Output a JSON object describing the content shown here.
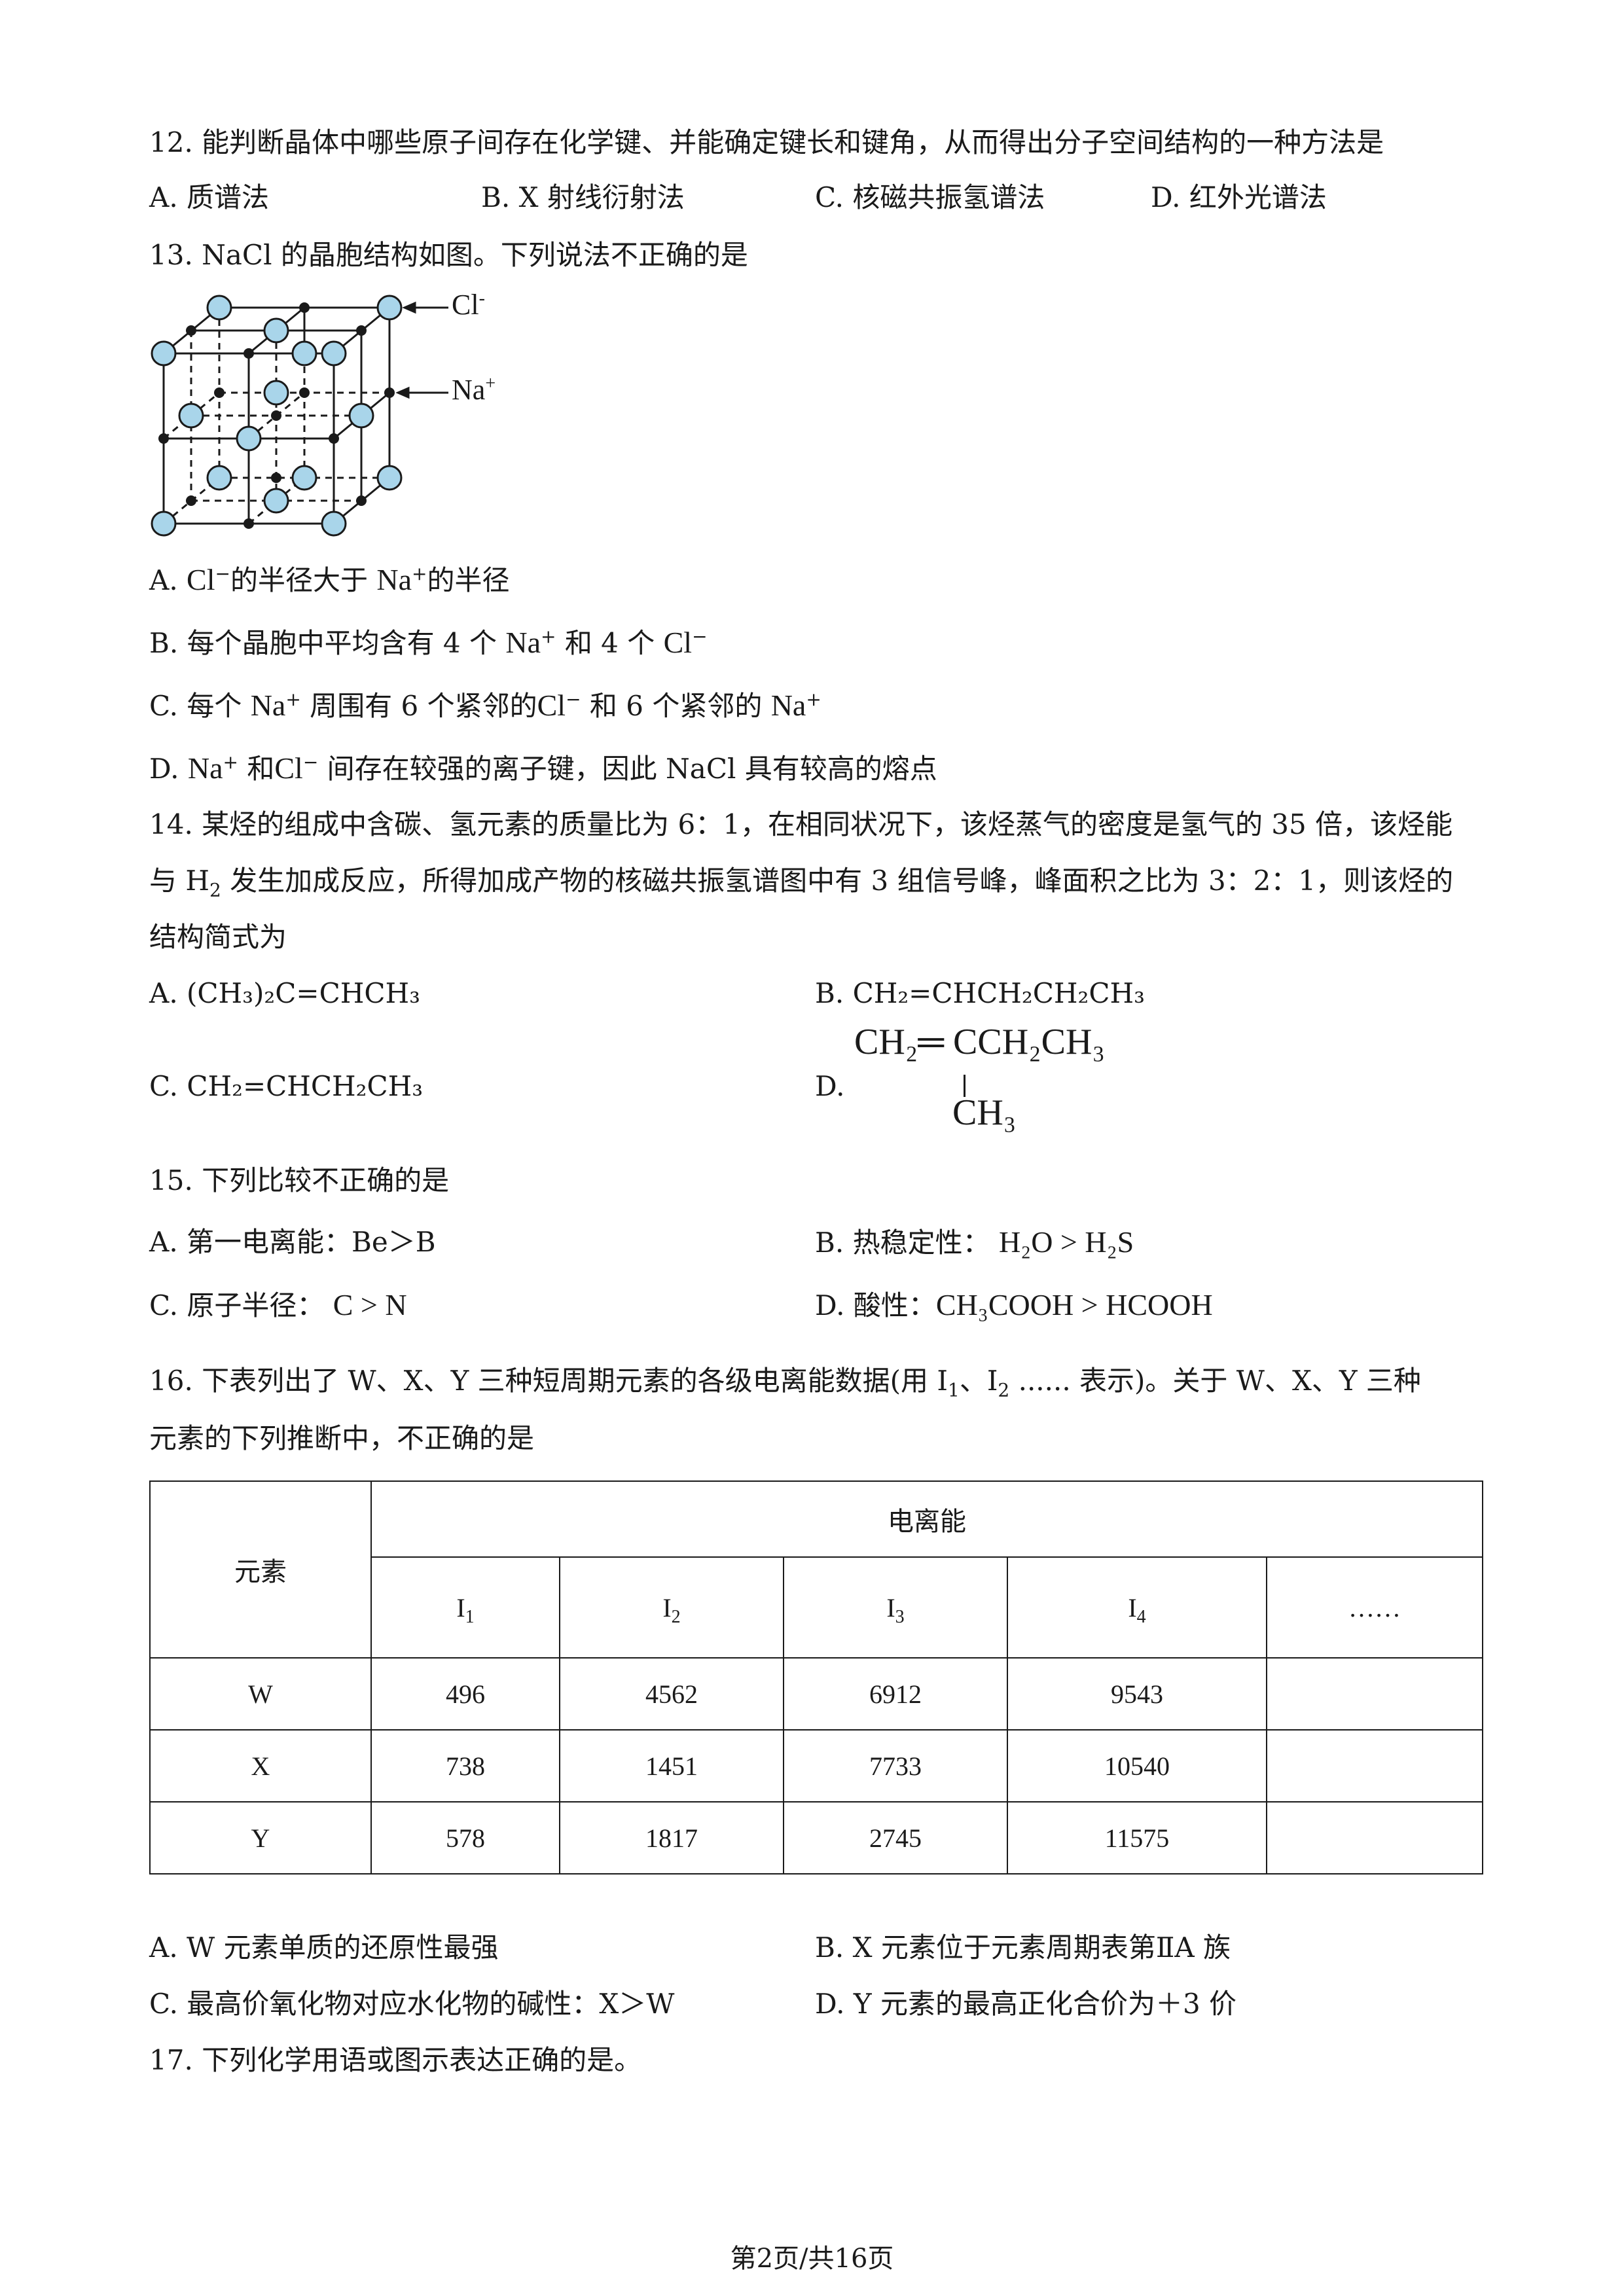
{
  "q12": {
    "stem": "12. 能判断晶体中哪些原子间存在化学键、并能确定键长和键角，从而得出分子空间结构的一种方法是",
    "options": [
      "A. 质谱法",
      "B. X 射线衍射法",
      "C. 核磁共振氢谱法",
      "D. 红外光谱法"
    ]
  },
  "q13": {
    "stem": "13. NaCl 的晶胞结构如图。下列说法不正确的是",
    "label_cl": "Cl",
    "label_na": "Na",
    "opt_a": {
      "p1": "A. ",
      "cl": "Cl",
      "t1": "的半径大于",
      "na": "Na",
      "t2": "的半径"
    },
    "opt_b": {
      "p1": "B. 每个晶胞中平均含有 4 个",
      "na": "Na",
      "t1": "和 4 个",
      "cl": "Cl"
    },
    "opt_c": {
      "p1": "C. 每个",
      "na": "Na",
      "t1": "周围有 6 个紧邻的",
      "cl": "Cl",
      "t2": "和 6 个紧邻的",
      "na2": "Na"
    },
    "opt_d": {
      "p1": "D. ",
      "na": "Na",
      "t1": "和",
      "cl": "Cl",
      "t2": "间存在较强的离子键，因此 NaCl 具有较高的熔点"
    }
  },
  "q14": {
    "line1": "14. 某烃的组成中含碳、氢元素的质量比为 6：1，在相同状况下，该烃蒸气的密度是氢气的 35 倍，该烃能",
    "line2a": "与 H",
    "line2b": "发生加成反应，所得加成产物的核磁共振氢谱图中有 3 组信号峰，峰面积之比为 3：2：1，则该烃的",
    "line3": "结构简式为",
    "opt_a": "A. (CH₃)₂C=CHCH₃",
    "opt_b": "B. CH₂=CHCH₂CH₂CH₃",
    "opt_c": "C. CH₂=CHCH₂CH₃",
    "opt_d_label": "D.",
    "opt_d_main": "CH₂═ CCH₂CH₃",
    "opt_d_branch": "CH₃"
  },
  "q15": {
    "stem": "15. 下列比较不正确的是",
    "opt_a": "A. 第一电离能：Be＞B",
    "opt_b_label": "B. 热稳定性：",
    "opt_b_formula": "H₂O > H₂S",
    "opt_c_label": "C. 原子半径：",
    "opt_c_formula": "C > N",
    "opt_d_label": "D. 酸性：",
    "opt_d_formula": "CH₃COOH > HCOOH"
  },
  "q16": {
    "line1a": "16. 下表列出了 W、X、Y 三种短周期元素的各级电离能数据(用 I",
    "line1b": "、I",
    "line1c": "...... 表示)。关于 W、X、Y 三种",
    "line2": "元素的下列推断中，不正确的是",
    "table": {
      "col_element": "元素",
      "col_group": "电离能",
      "sub_headers": [
        "I",
        "I",
        "I",
        "I",
        "……"
      ],
      "sub_indices": [
        "1",
        "2",
        "3",
        "4",
        ""
      ],
      "rows": [
        {
          "element": "W",
          "values": [
            "496",
            "4562",
            "6912",
            "9543",
            ""
          ]
        },
        {
          "element": "X",
          "values": [
            "738",
            "1451",
            "7733",
            "10540",
            ""
          ]
        },
        {
          "element": "Y",
          "values": [
            "578",
            "1817",
            "2745",
            "11575",
            ""
          ]
        }
      ]
    },
    "options": [
      "A. W 元素单质的还原性最强",
      "B. X 元素位于元素周期表第ⅡA 族",
      "C. 最高价氧化物对应水化物的碱性：X＞W",
      "D. Y 元素的最高正化合价为＋3 价"
    ]
  },
  "q17": {
    "stem": "17. 下列化学用语或图示表达正确的是。"
  },
  "footer": "第2页/共16页"
}
